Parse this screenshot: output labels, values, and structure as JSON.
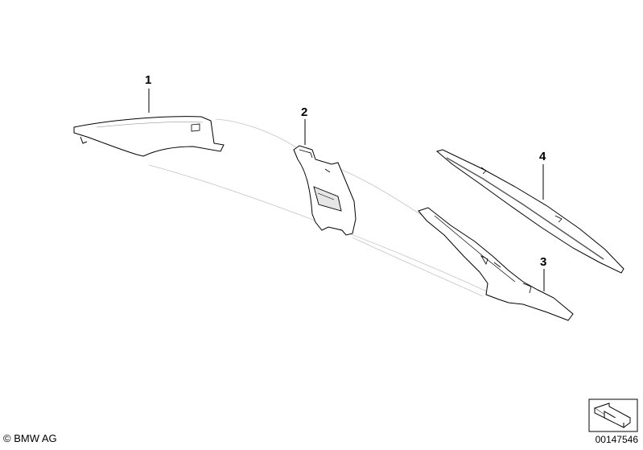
{
  "callouts": [
    {
      "id": "1",
      "label": "1"
    },
    {
      "id": "2",
      "label": "2"
    },
    {
      "id": "3",
      "label": "3"
    },
    {
      "id": "4",
      "label": "4"
    }
  ],
  "footer": {
    "copyright": "© BMW AG",
    "diagram_id": "00147546"
  },
  "icons": {
    "nav_arrow": "view-arrow-icon"
  },
  "colors": {
    "line": "#000000",
    "guide": "#b8b8b8",
    "part_fill": "#ffffff"
  }
}
